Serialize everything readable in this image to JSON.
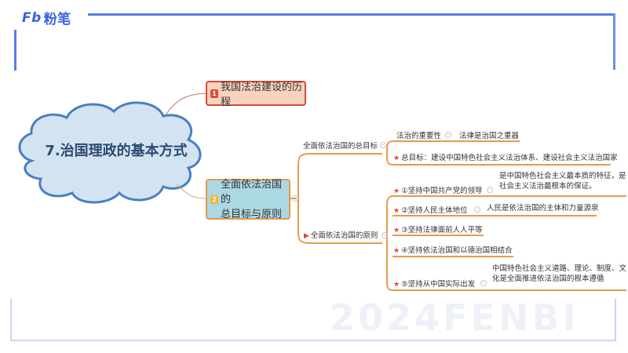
{
  "brand": {
    "logo_mark": "Fb",
    "logo_text": "粉笔",
    "accent_color": "#3d63dd",
    "watermark": "2024FENBI"
  },
  "mindmap": {
    "root": {
      "label": "7.治国理政的基本方式",
      "shape": "cloud",
      "fill": "#d3e3f2",
      "stroke": "#4a7fc1"
    },
    "branches": [
      {
        "badge": "1",
        "label": "我国法治建设的历程",
        "fill": "#f9d3bd",
        "border": "#d24a3a"
      },
      {
        "badge": "2",
        "label_line1": "全面依法治国的",
        "label_line2": "总目标与原则",
        "fill": "#acd8e4",
        "border": "#e69a4a",
        "children": [
          {
            "label": "全面依法治国的总目标",
            "icon": "none",
            "children": [
              {
                "label": "法治的重要性",
                "starred": false,
                "detail": "法律是治国之重器"
              },
              {
                "label": "总目标：建设中国特色社会主义法治体系、建设社会主义法治国家",
                "starred": true,
                "detail": ""
              }
            ]
          },
          {
            "label": "全面依法治国的原则",
            "icon": "flag",
            "children": [
              {
                "label": "①坚持中国共产党的领导",
                "starred": true,
                "detail_line1": "是中国特色社会主义最本质的特征，是",
                "detail_line2": "社会主义法治最根本的保证。"
              },
              {
                "label": "②坚持人民主体地位",
                "starred": true,
                "detail_line1": "人民是依法治国的主体和力量源泉"
              },
              {
                "label": "③坚持法律面前人人平等",
                "starred": true
              },
              {
                "label": "④坚持依法治国和以德治国相结合",
                "starred": true
              },
              {
                "label": "⑤坚持从中国实际出发",
                "starred": true,
                "detail_line1": "中国特色社会主义道路、理论、制度、文",
                "detail_line2": "化是全面推进依法治国的根本遵循"
              }
            ]
          }
        ]
      }
    ]
  },
  "icons": {
    "star": "★",
    "flag": "▶",
    "toggle": "⊖"
  }
}
